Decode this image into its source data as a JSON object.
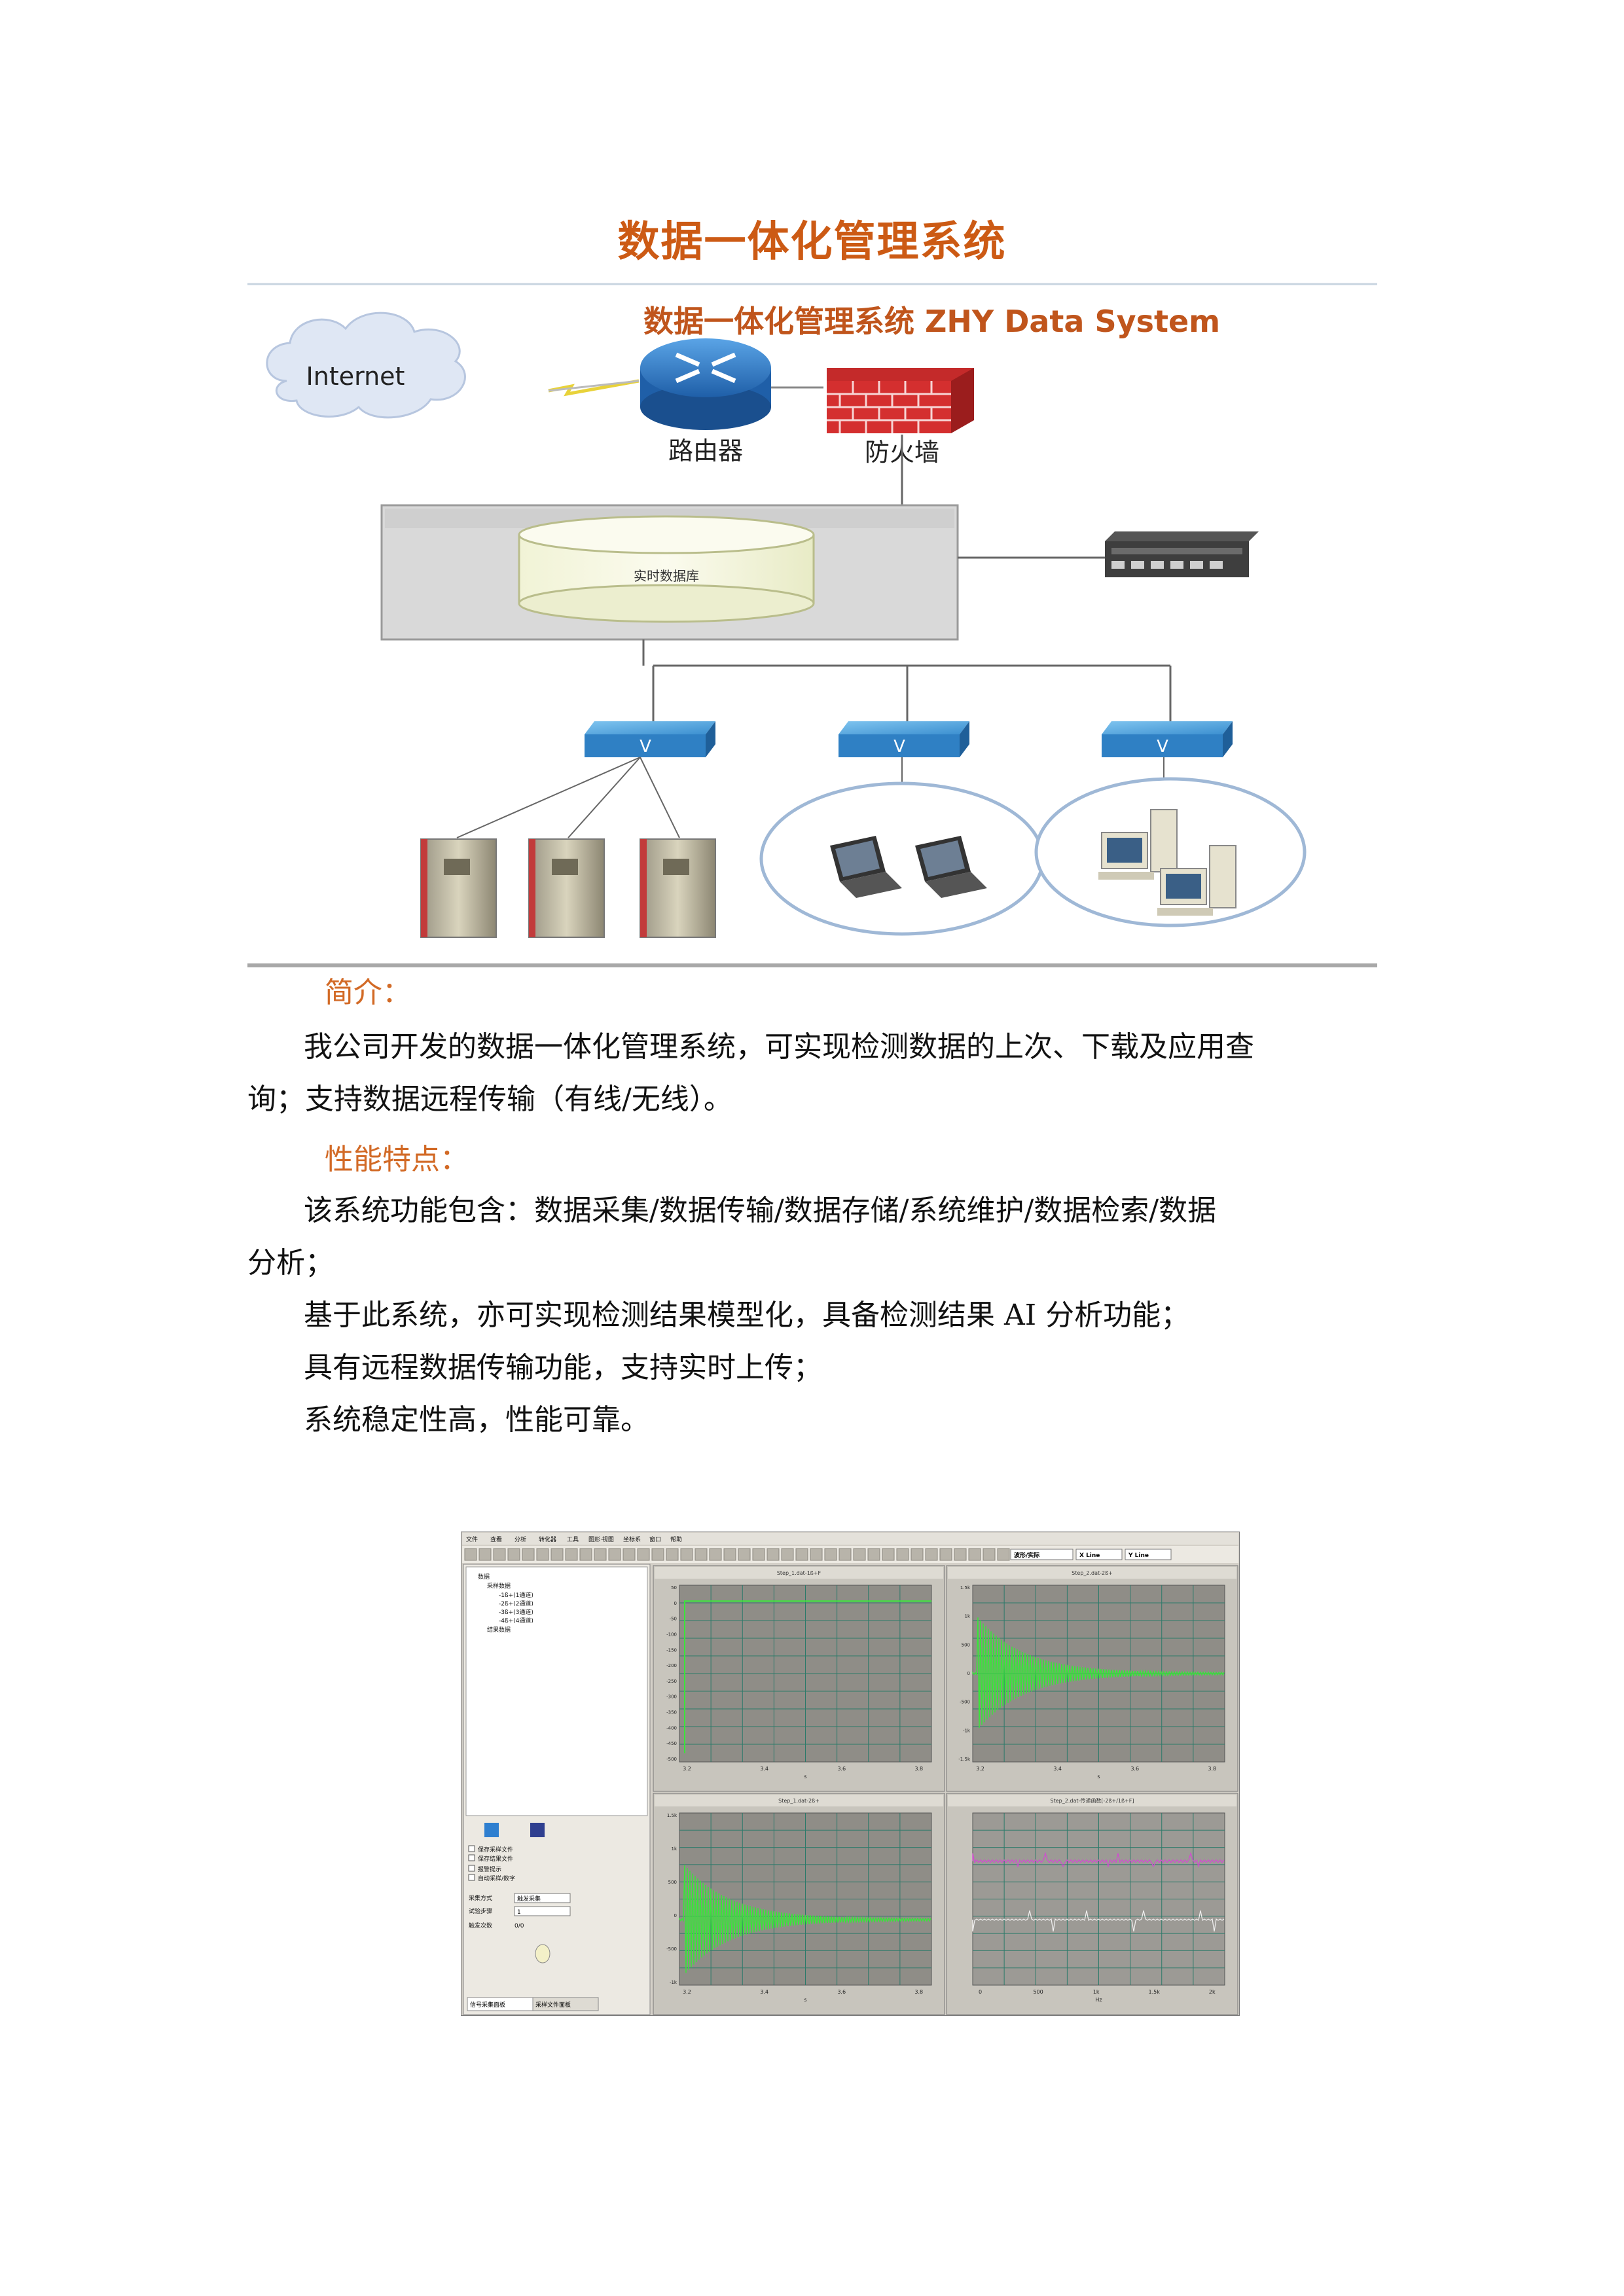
{
  "page": {
    "title": "数据一体化管理系统"
  },
  "diagram": {
    "header": "数据一体化管理系统  ZHY Data System",
    "internet": "Internet",
    "router": "路由器",
    "firewall": "防火墙",
    "database": "实时数据库"
  },
  "sections": {
    "intro_heading": "简介：",
    "intro_line1": "我公司开发的数据一体化管理系统，可实现检测数据的上次、下载及应用查",
    "intro_line2": "询；支持数据远程传输（有线/无线）。",
    "features_heading": "性能特点：",
    "features_line1": "该系统功能包含：数据采集/数据传输/数据存储/系统维护/数据检索/数据",
    "features_line2": "分析；",
    "features_line3": "基于此系统，亦可实现检测结果模型化，具备检测结果 AI 分析功能；",
    "features_line4": "具有远程数据传输功能，支持实时上传；",
    "features_line5": "系统稳定性高，性能可靠。"
  },
  "software": {
    "menu": [
      "文件",
      "查看",
      "分析",
      "转化器",
      "工具",
      "图形·视图",
      "坐标系",
      "窗口",
      "帮助"
    ],
    "combo1": "波形/实际",
    "combo2": "X Line",
    "combo3": "Y Line",
    "tree": [
      "数据",
      "采样数据",
      "-1ß+(1通道)",
      "-2ß+(2通道)",
      "-3ß+(3通道)",
      "-4ß+(4通道)",
      "结果数据"
    ],
    "checks": [
      "保存采样文件",
      "保存结果文件",
      "报警提示",
      "自动采样/数字"
    ],
    "form_labels": [
      "采集方式",
      "试验步骤",
      "触发次数"
    ],
    "form_values": [
      "触发采集",
      "1",
      "0/0"
    ],
    "tabs": [
      "信号采集面板",
      "采样文件面板"
    ],
    "panels": [
      {
        "title": "Step_1.dat-1ß+F",
        "xticks": [
          "3.2",
          "3.4",
          "3.6",
          "3.8"
        ],
        "yticks": [
          "50",
          "0",
          "-50",
          "-100",
          "-150",
          "-200",
          "-250",
          "-300",
          "-350",
          "-400",
          "-450",
          "-500"
        ],
        "xlabel": "s"
      },
      {
        "title": "Step_2.dat-2ß+",
        "xticks": [
          "3.2",
          "3.4",
          "3.6",
          "3.8"
        ],
        "yticks": [
          "1.5k",
          "1k",
          "500",
          "0",
          "-500",
          "-1k",
          "-1.5k"
        ],
        "xlabel": "s"
      },
      {
        "title": "Step_1.dat-2ß+",
        "xticks": [
          "3.2",
          "3.4",
          "3.6",
          "3.8"
        ],
        "yticks": [
          "1.5k",
          "1k",
          "500",
          "0",
          "-500",
          "-1k"
        ],
        "xlabel": "s"
      },
      {
        "title": "Step_2.dat-传递函数[-2ß+/1ß+F]",
        "xticks": [
          "0",
          "500",
          "1k",
          "1.5k",
          "2k"
        ],
        "yticks": [],
        "xlabel": "Hz"
      }
    ]
  }
}
